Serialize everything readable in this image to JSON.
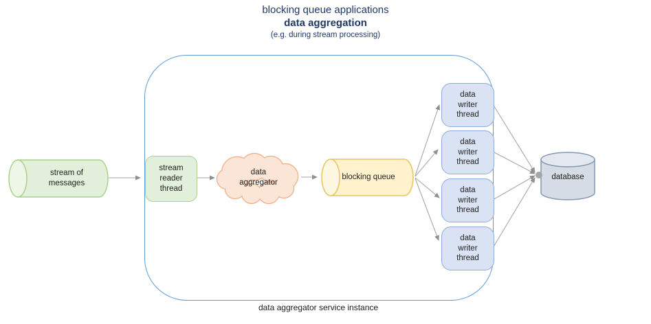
{
  "title": {
    "line1": "blocking queue applications",
    "line2": "data aggregation",
    "line3": "(e.g. during stream processing)"
  },
  "nodes": {
    "stream_of_messages": "stream of\nmessages",
    "stream_reader_thread": "stream\nreader\nthread",
    "data_aggregator": "data\naggregator",
    "blocking_queue": "blocking queue",
    "database": "database"
  },
  "writer_threads": [
    {
      "label": "data\nwriter\nthread"
    },
    {
      "label": "data\nwriter\nthread"
    },
    {
      "label": "data\nwriter\nthread"
    },
    {
      "label": "data\nwriter\nthread"
    }
  ],
  "container_caption": "data aggregator service instance",
  "colors": {
    "title_text": "#1f3864",
    "container_border": "#5b9bd5",
    "green_fill": "#e2efda",
    "green_border": "#a9d18e",
    "cloud_fill": "#fbe5d6",
    "cloud_border": "#f0ac84",
    "queue_fill": "#fff2cc",
    "queue_border": "#e6c45f",
    "writer_fill": "#dae3f3",
    "writer_border": "#8faadc",
    "database_fill": "#d6dce5",
    "database_border": "#8496b0",
    "arrow": "#a6a6a6"
  }
}
